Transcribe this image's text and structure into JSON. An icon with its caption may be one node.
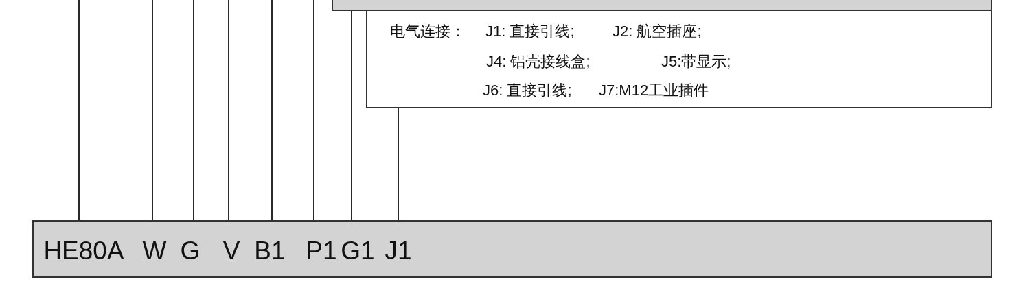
{
  "diagram": {
    "nodes": [
      {
        "text": [],
        "shape": "box"
      },
      {
        "text": [
          "电气连接：",
          "J1: 直接引线;",
          "J2: 航空插座;",
          "J4: 铝壳接线盒;",
          "J5:带显示;",
          "J6: 直接引线;",
          "J7:M12工业插件"
        ]
      },
      {
        "text": [
          "HE80A",
          "W",
          "G",
          "V",
          "B1",
          "P1",
          "G1",
          "J1"
        ]
      }
    ],
    "edges": [
      {
        "from": null,
        "to": 2,
        "arrow": "none"
      },
      {
        "from": null,
        "to": 2,
        "arrow": "none"
      },
      {
        "from": null,
        "to": 2,
        "arrow": "none"
      },
      {
        "from": null,
        "to": 2,
        "arrow": "none"
      },
      {
        "from": null,
        "to": 2,
        "arrow": "none"
      },
      {
        "from": null,
        "to": 2,
        "arrow": "none"
      },
      {
        "from": 0,
        "to": 2,
        "arrow": "none"
      },
      {
        "from": 1,
        "to": 2,
        "arrow": "none"
      }
    ]
  }
}
